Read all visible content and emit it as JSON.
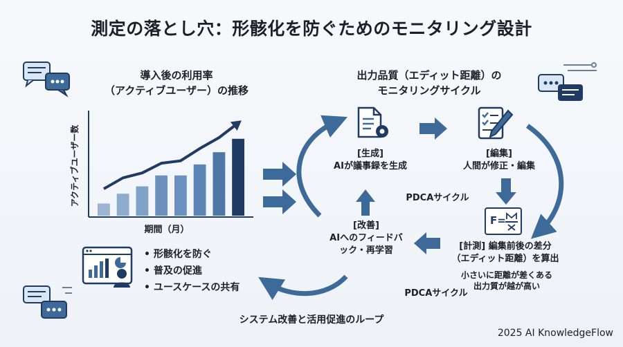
{
  "title": "測定の落とし穴：形骸化を防ぐためのモニタリング設計",
  "left_section": {
    "title_line1": "導入後の利用率",
    "title_line2": "（アクティブユーザー）の推移",
    "ylabel": "アクティブユーザー数",
    "xlabel": "期間（月）"
  },
  "chart_data": {
    "type": "bar",
    "title": "導入後の利用率（アクティブユーザー）の推移",
    "xlabel": "期間（月）",
    "ylabel": "アクティブユーザー数",
    "values": [
      10,
      18,
      24,
      33,
      33,
      42,
      52,
      63
    ],
    "trend": [
      22,
      31,
      35,
      43,
      45,
      55,
      64,
      76
    ],
    "ylim": [
      0,
      85
    ],
    "colors": [
      "#9ab4d2",
      "#8eaccd",
      "#7fa1c8",
      "#6b92bf",
      "#6b92bf",
      "#5d86b6",
      "#4e77a8",
      "#1f3b63"
    ]
  },
  "right_section": {
    "title_line1": "出力品質（エディット距離）の",
    "title_line2": "モニタリングサイクル"
  },
  "cycle": {
    "generate_label_1": "[生成]",
    "generate_label_2": "AIが議事録を生成",
    "edit_label_1": "[編集]",
    "edit_label_2": "人間が修正・編集",
    "measure_label_1": "[計測] 編集前後の差分",
    "measure_label_2": "（エディット距離）を算出",
    "measure_note_1": "小さいに距離が差くある",
    "measure_note_2": "出力質が越が高い",
    "improve_label_1": "[改善]",
    "improve_label_2": "AIへのフィードバ",
    "improve_label_3": "ック・再学習",
    "pdca_1": "PDCAサイクル",
    "pdca_2": "PDCAサイクル",
    "formula": "F="
  },
  "bottom": {
    "bullets": [
      "形骸化を防ぐ",
      "普及の促進",
      "ユースケースの共有"
    ],
    "loop_label": "システム改善と活用促進のループ"
  },
  "footer": "2025 AI KnowledgeFlow",
  "colors": {
    "dark_navy": "#1f3b63",
    "arrow_blue": "#3e6a9a",
    "light_blue": "#d9e6f3"
  }
}
